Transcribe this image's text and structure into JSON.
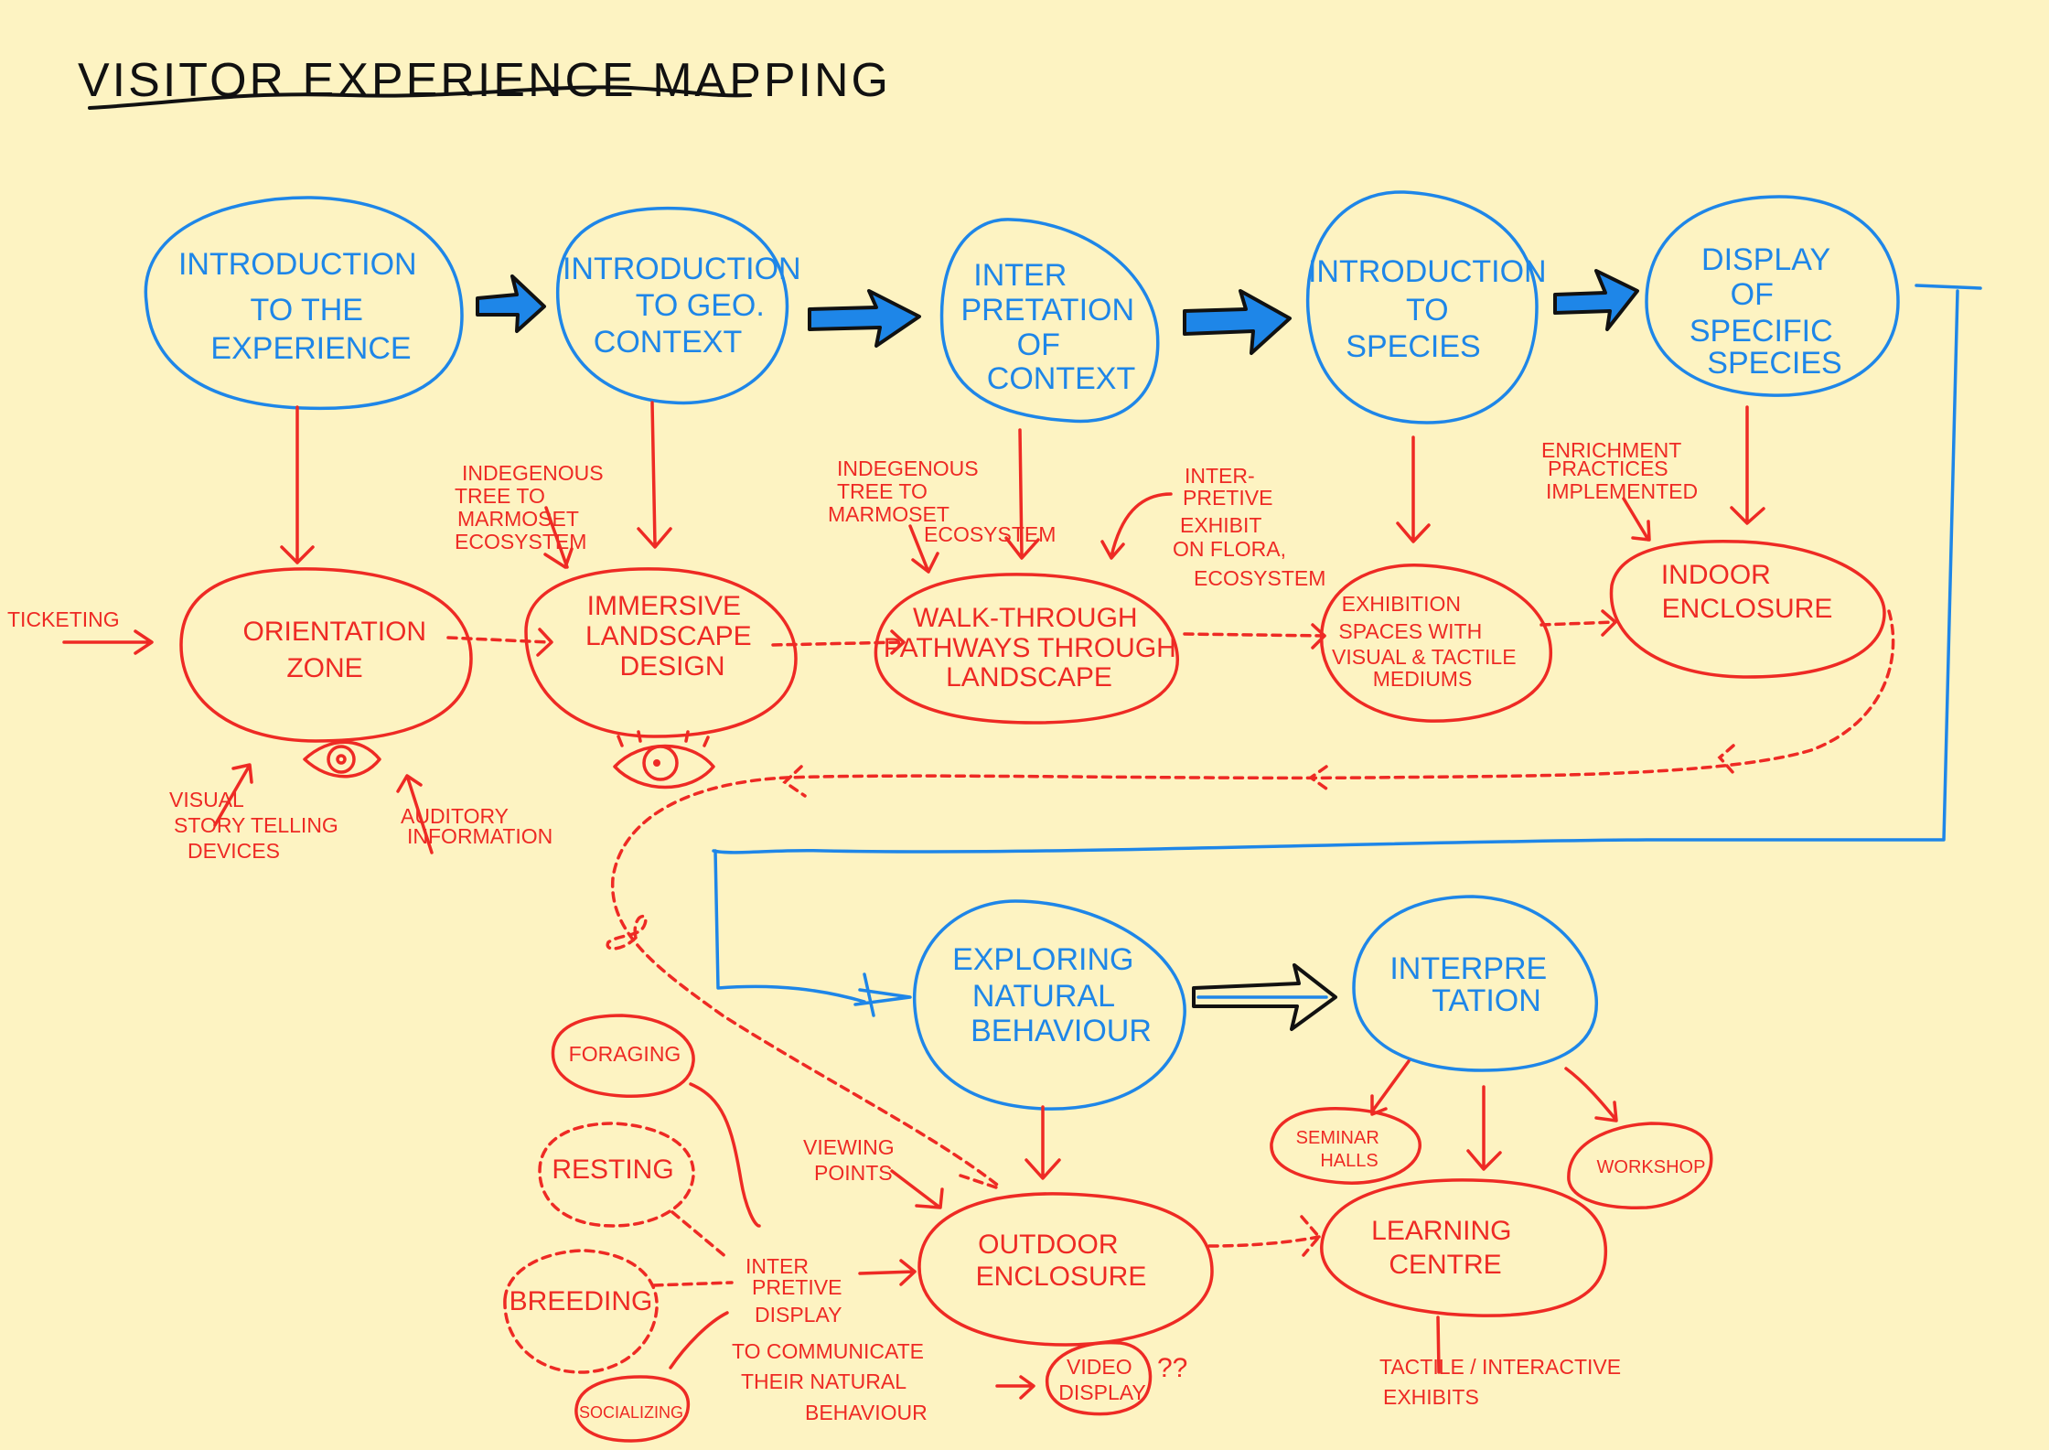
{
  "title": "VISITOR EXPERIENCE MAPPING",
  "colors": {
    "background": "#fdf3c2",
    "stage": "#1e86e8",
    "space": "#ee2a24",
    "ink": "#111111"
  },
  "stages": [
    {
      "id": "s1",
      "lines": [
        "INTRODUCTION",
        "TO THE",
        "EXPERIENCE"
      ]
    },
    {
      "id": "s2",
      "lines": [
        "INTRODUCTION",
        "TO GEO.",
        "CONTEXT"
      ]
    },
    {
      "id": "s3",
      "lines": [
        "INTER",
        "PRETATION",
        "OF",
        "CONTEXT"
      ]
    },
    {
      "id": "s4",
      "lines": [
        "INTRODUCTION",
        "TO",
        "SPECIES"
      ]
    },
    {
      "id": "s5",
      "lines": [
        "DISPLAY",
        "OF",
        "SPECIFIC",
        "SPECIES"
      ]
    },
    {
      "id": "s6",
      "lines": [
        "EXPLORING",
        "NATURAL",
        "BEHAVIOUR"
      ]
    },
    {
      "id": "s7",
      "lines": [
        "INTERPRE",
        "TATION"
      ]
    }
  ],
  "spaces": [
    {
      "id": "r1",
      "lines": [
        "ORIENTATION",
        "ZONE"
      ]
    },
    {
      "id": "r2",
      "lines": [
        "IMMERSIVE",
        "LANDSCAPE",
        "DESIGN"
      ]
    },
    {
      "id": "r3",
      "lines": [
        "WALK-THROUGH",
        "PATHWAYS THROUGH",
        "LANDSCAPE"
      ]
    },
    {
      "id": "r4",
      "lines": [
        "EXHIBITION",
        "SPACES WITH",
        "VISUAL & TACTILE",
        "MEDIUMS"
      ]
    },
    {
      "id": "r5",
      "lines": [
        "INDOOR",
        "ENCLOSURE"
      ]
    },
    {
      "id": "r6",
      "lines": [
        "OUTDOOR",
        "ENCLOSURE"
      ]
    },
    {
      "id": "r7",
      "lines": [
        "LEARNING",
        "CENTRE"
      ]
    }
  ],
  "sub_nodes": {
    "foraging": "FORAGING",
    "resting": "RESTING",
    "breeding": "BREEDING",
    "socializing": "SOCIALIZING",
    "seminar": [
      "SEMINAR",
      "HALLS"
    ],
    "workshop": "WORKSHOP",
    "video": [
      "VIDEO",
      "DISPLAY"
    ]
  },
  "annotations": {
    "ticketing": "TICKETING",
    "visual_story": [
      "VISUAL",
      "STORY TELLING",
      "DEVICES"
    ],
    "auditory": [
      "AUDITORY",
      "INFORMATION"
    ],
    "indigenous_1": [
      "INDEGENOUS",
      "TREE TO",
      "MARMOSET",
      "ECOSYSTEM"
    ],
    "indigenous_2": [
      "INDEGENOUS",
      "TREE TO",
      "MARMOSET",
      "ECOSYSTEM"
    ],
    "interpretive_exhibit": [
      "INTER-",
      "PRETIVE",
      "EXHIBIT",
      "ON FLORA,",
      "ECOSYSTEM"
    ],
    "enrichment": [
      "ENRICHMENT",
      "PRACTICES",
      "IMPLEMENTED"
    ],
    "viewing_points": [
      "VIEWING",
      "POINTS"
    ],
    "interpretive_display": [
      "INTER",
      "PRETIVE",
      "DISPLAY"
    ],
    "communicate": [
      "TO COMMUNICATE",
      "THEIR NATURAL",
      "BEHAVIOUR"
    ],
    "question_marks": "??",
    "tactile": [
      "TACTILE / INTERACTIVE",
      "EXHIBITS"
    ]
  }
}
